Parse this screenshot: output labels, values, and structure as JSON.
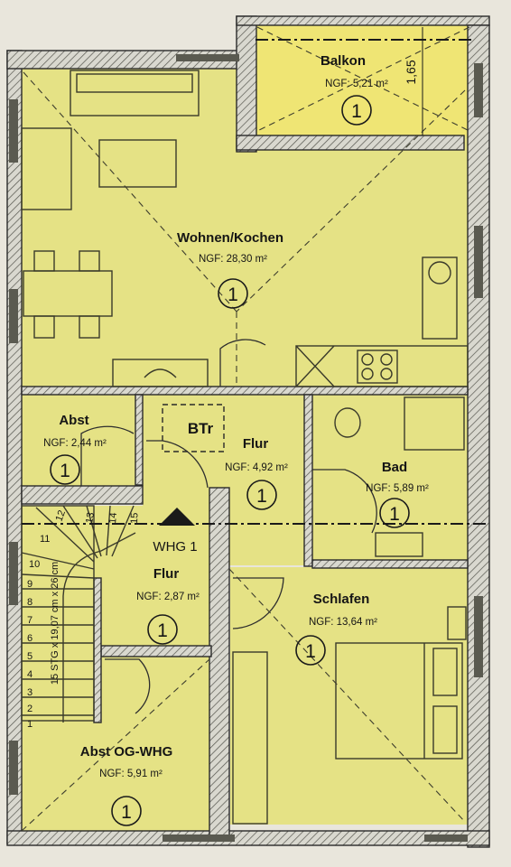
{
  "plan": {
    "unit_label": "WHG 1",
    "btr_label": "BTr",
    "dimension_label": "1,65",
    "stair_label": "15 STG x 19,07 cm x 26 cm",
    "stair_steps": [
      "1",
      "2",
      "3",
      "4",
      "5",
      "6",
      "7",
      "8",
      "9",
      "10",
      "11",
      "12",
      "13",
      "14",
      "15"
    ],
    "colors": {
      "room_fill": "#e5e285",
      "balcony_fill": "#efe574",
      "wall_outline": "#2a2a2a"
    },
    "rooms": [
      {
        "id": "balkon",
        "name": "Balkon",
        "area": "NGF: 5,21 m²",
        "marker": "1"
      },
      {
        "id": "wohnen",
        "name": "Wohnen/Kochen",
        "area": "NGF: 28,30 m²",
        "marker": "1"
      },
      {
        "id": "abst",
        "name": "Abst",
        "area": "NGF: 2,44 m²",
        "marker": "1"
      },
      {
        "id": "flur1",
        "name": "Flur",
        "area": "NGF: 4,92 m²",
        "marker": "1"
      },
      {
        "id": "bad",
        "name": "Bad",
        "area": "NGF: 5,89 m²",
        "marker": "1"
      },
      {
        "id": "flur2",
        "name": "Flur",
        "area": "NGF: 2,87 m²",
        "marker": "1"
      },
      {
        "id": "schlafen",
        "name": "Schlafen",
        "area": "NGF: 13,64 m²",
        "marker": "1"
      },
      {
        "id": "abstog",
        "name": "Abst OG-WHG",
        "area": "NGF: 5,91 m²",
        "marker": "1"
      }
    ]
  }
}
